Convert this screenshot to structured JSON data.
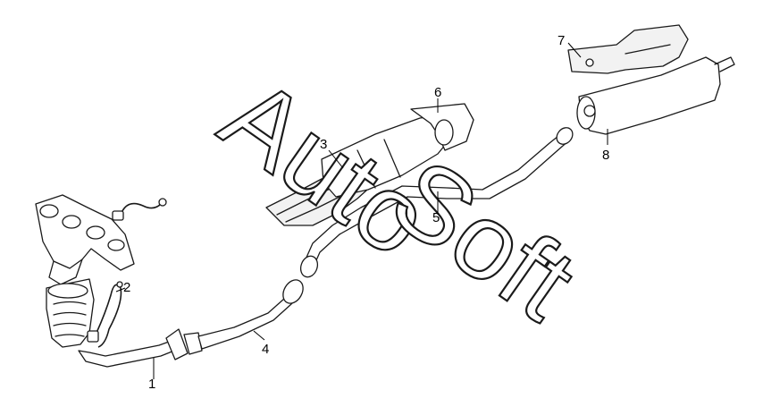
{
  "watermark": "AutoSoft",
  "callouts": [
    {
      "id": "1",
      "label": "1"
    },
    {
      "id": "2",
      "label": "2"
    },
    {
      "id": "3",
      "label": "3"
    },
    {
      "id": "4",
      "label": "4"
    },
    {
      "id": "5",
      "label": "5"
    },
    {
      "id": "6",
      "label": "6"
    },
    {
      "id": "7",
      "label": "7"
    },
    {
      "id": "8",
      "label": "8"
    }
  ],
  "colors": {
    "line": "#1a1a1a",
    "background": "#ffffff"
  }
}
